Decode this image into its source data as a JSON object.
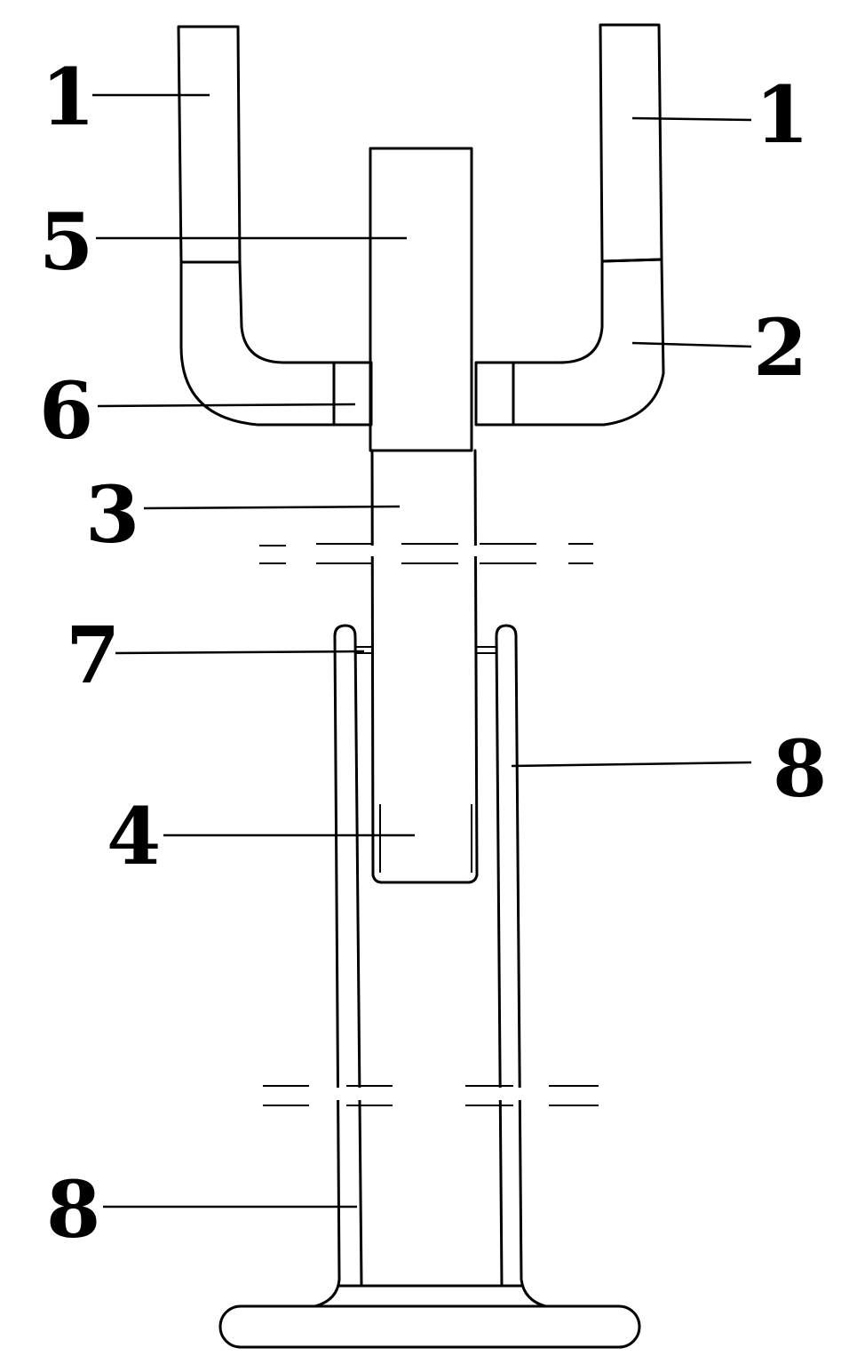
{
  "callouts": {
    "upper_left_tube": "1",
    "upper_right_tube": "1",
    "top_block": "5",
    "right_elbow": "2",
    "left_connector": "6",
    "central_rod": "3",
    "connector_pin": "7",
    "side_frame": "8",
    "rod_lower_end": "4",
    "lower_frame": "8"
  },
  "colors": {
    "line": "#000000",
    "background": "#ffffff"
  }
}
